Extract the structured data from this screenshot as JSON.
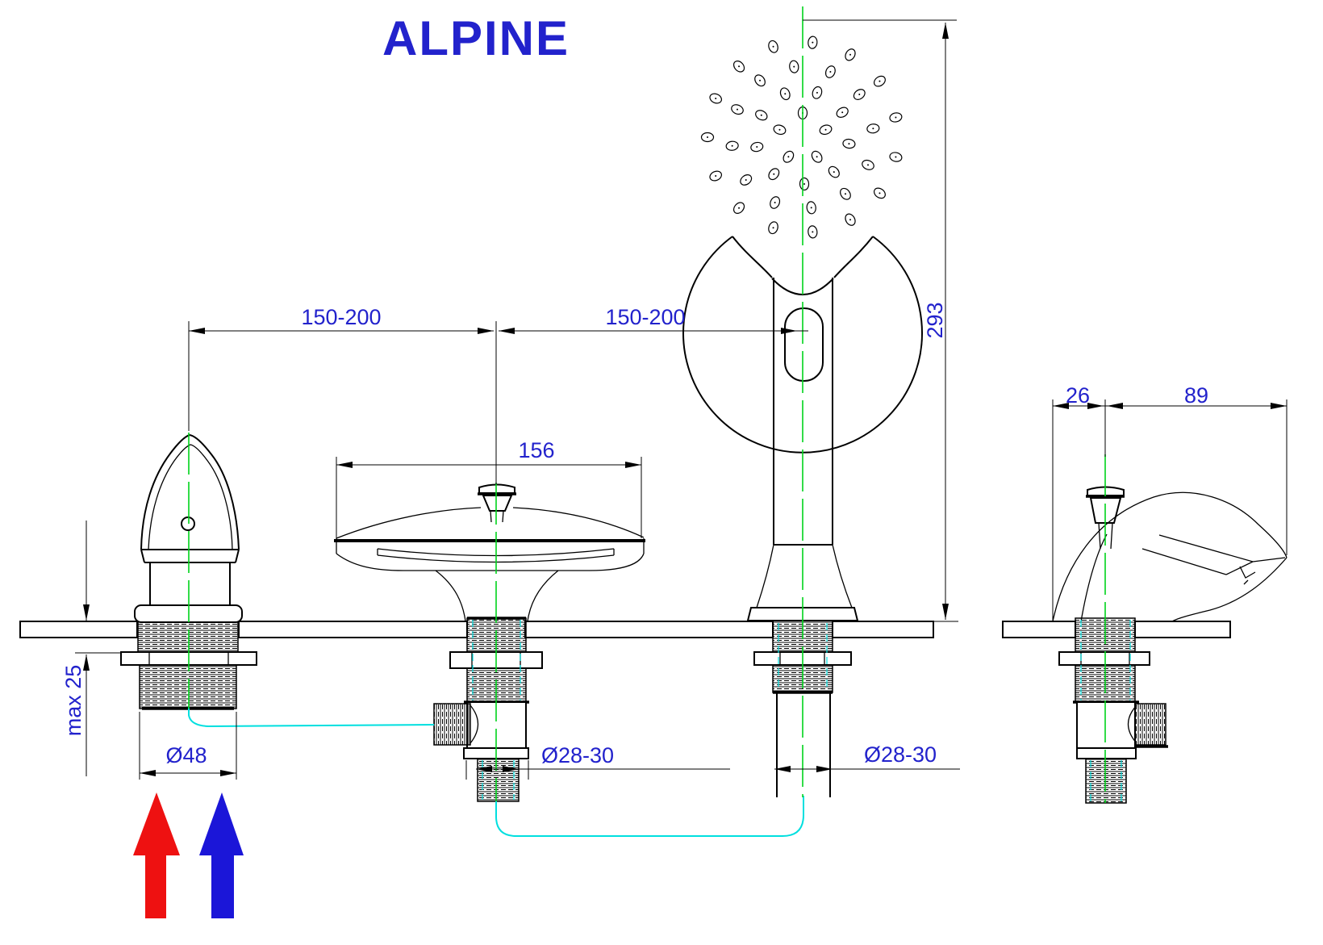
{
  "title": "ALPINE",
  "dimensions": {
    "mixer_to_spout_spacing": "150-200",
    "spout_to_holder_spacing": "150-200",
    "handset_height": "293",
    "spout_width": "156",
    "max_deck_thickness": "max 25",
    "mixer_hole_diameter": "Ø48",
    "spout_hole_diameter": "Ø28-30",
    "holder_hole_diameter": "Ø28-30",
    "side_back_offset": "26",
    "side_spout_reach": "89"
  },
  "colors": {
    "dimension_text": "#2222cc",
    "centerline": "#00d41c",
    "hose": "#00dfdf",
    "hot_supply": "#ee1111",
    "cold_supply": "#1b16d8",
    "line": "#000000"
  },
  "icons": {
    "hot_water_arrow": "up-arrow-red",
    "cold_water_arrow": "up-arrow-blue"
  }
}
